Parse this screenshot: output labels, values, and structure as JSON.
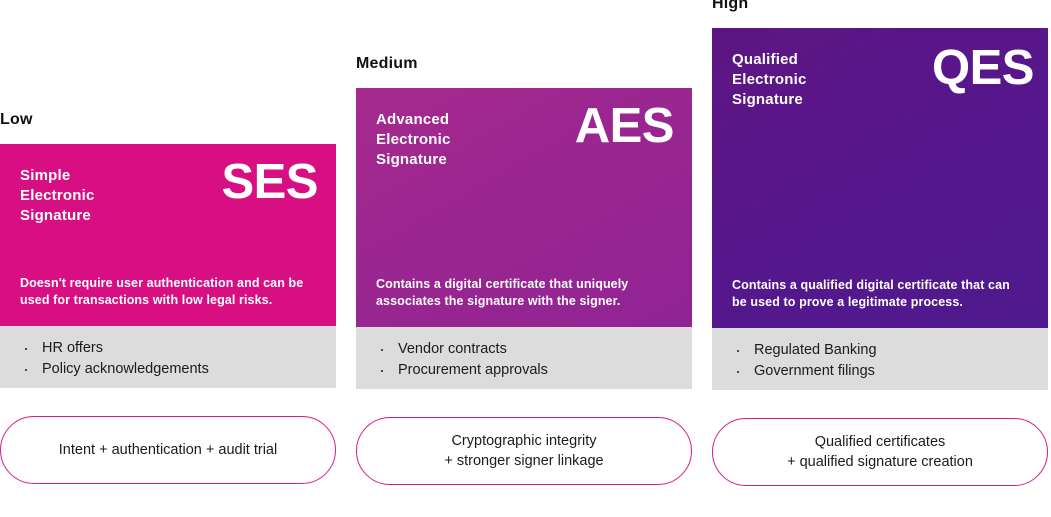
{
  "page": {
    "background": "#ffffff",
    "accent_pink": "#D80F82",
    "accent_purple_mid": "#9A2690",
    "accent_purple_dark": "#56178C",
    "examples_background": "#DCDCDC",
    "pill_border": "#D81B8C"
  },
  "columns": [
    {
      "tier_label": "Low",
      "card": {
        "title": "Simple\nElectronic\nSignature",
        "acronym": "SES",
        "description": "Doesn't require user authentication and can be used for transactions with low legal risks.",
        "color": "#D80F82"
      },
      "examples": [
        "HR offers",
        "Policy acknowledgements"
      ],
      "pill": "Intent + authentication + audit trial"
    },
    {
      "tier_label": "Medium",
      "card": {
        "title": "Advanced\nElectronic\nSignature",
        "acronym": "AES",
        "description": "Contains a digital certificate that uniquely associates the signature with the signer.",
        "color": "#9A2690"
      },
      "examples": [
        "Vendor contracts",
        "Procurement approvals"
      ],
      "pill": "Cryptographic integrity\n+ stronger signer linkage"
    },
    {
      "tier_label": "High",
      "card": {
        "title": "Qualified\nElectronic\nSignature",
        "acronym": "QES",
        "description": "Contains a qualified digital certificate that can be used to prove a legitimate process.",
        "color": "#56178C"
      },
      "examples": [
        "Regulated Banking",
        "Government filings"
      ],
      "pill": "Qualified certificates\n+  qualified signature creation"
    }
  ]
}
